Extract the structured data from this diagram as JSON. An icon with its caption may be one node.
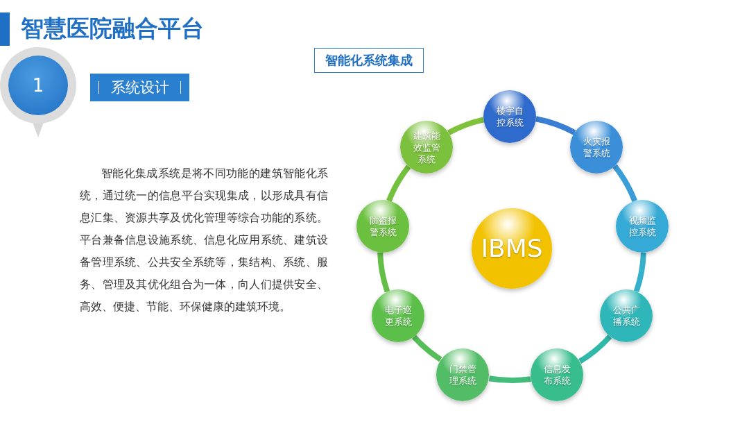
{
  "diagram": {
    "title": "智慧医院融合平台",
    "nodes": [
      {
        "text": [
          "1"
        ]
      },
      {
        "text": [
          "系统设计"
        ]
      },
      {
        "text": [
          "智能化系统集成"
        ]
      },
      {
        "text": [
          "楼宇自控系统"
        ]
      },
      {
        "text": [
          "火灾报警系统"
        ]
      },
      {
        "text": [
          "视频监控系统"
        ]
      },
      {
        "text": [
          "公共广播系统"
        ]
      },
      {
        "text": [
          "信息发布系统"
        ]
      },
      {
        "text": [
          "门禁管理系统"
        ]
      },
      {
        "text": [
          "电子巡更系统"
        ]
      },
      {
        "text": [
          "防盗报警系统"
        ]
      },
      {
        "text": [
          "建筑能效监管系统"
        ]
      },
      {
        "text": [
          "IBMS"
        ]
      }
    ],
    "edges": [
      {
        "from": 3,
        "to": 4,
        "arrow": "none",
        "color": "#3a7fd4"
      },
      {
        "from": 4,
        "to": 5,
        "arrow": "none",
        "color": "#3a9dd8"
      },
      {
        "from": 5,
        "to": 6,
        "arrow": "none",
        "color": "#34b0cc"
      },
      {
        "from": 6,
        "to": 7,
        "arrow": "none",
        "color": "#30b8a8"
      },
      {
        "from": 7,
        "to": 8,
        "arrow": "none",
        "color": "#44bd7a"
      },
      {
        "from": 8,
        "to": 9,
        "arrow": "none",
        "color": "#56be58"
      },
      {
        "from": 9,
        "to": 10,
        "arrow": "none",
        "color": "#64bf46"
      },
      {
        "from": 10,
        "to": 11,
        "arrow": "none",
        "color": "#74c03f"
      },
      {
        "from": 11,
        "to": 3,
        "arrow": "none",
        "color": "#80c23c"
      }
    ],
    "labels": [
      "智能化集成系统是将不同功能的建筑智能化系统，通过统一的信息平台实现集成，以形成具有信息汇集、资源共享及优化管理等综合功能的系统。平台兼备信息设施系统、信息化应用系统、建筑设备管理系统、公共安全系统等，集结构、系统、服务、管理及其优化组合为一体，向人们提供安全、高效、便捷、节能、环保健康的建筑环境。"
    ]
  }
}
